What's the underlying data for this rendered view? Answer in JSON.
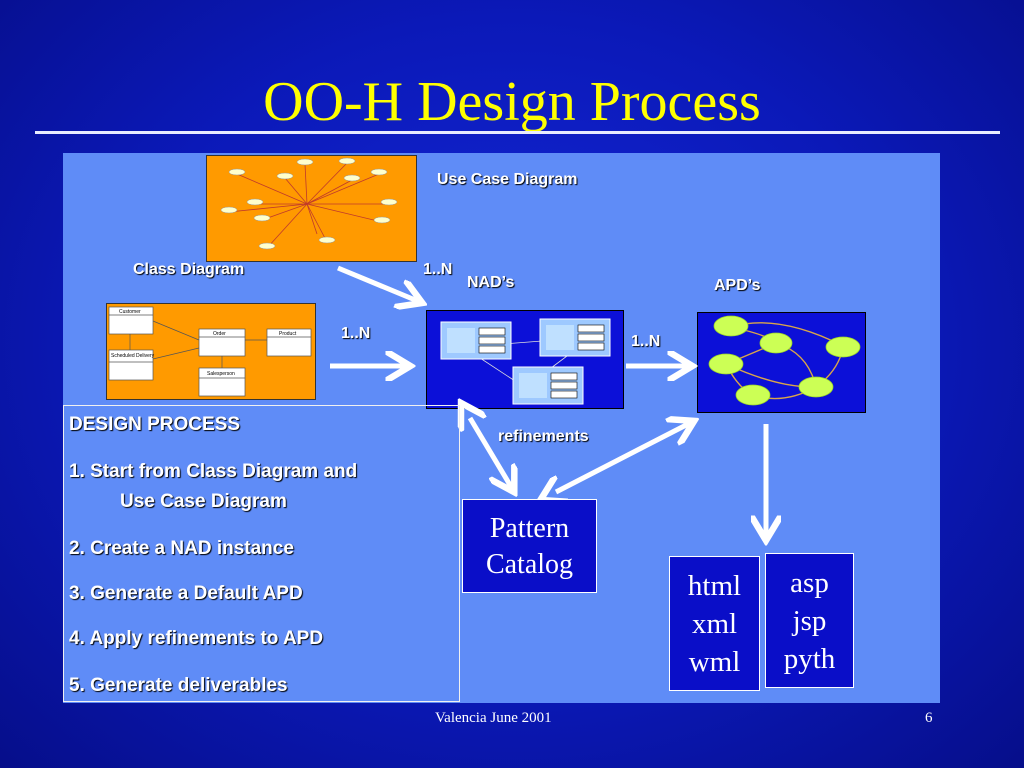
{
  "slide": {
    "title": "OO-H Design Process",
    "footer_text": "Valencia June 2001",
    "page_number": "6"
  },
  "diagram": {
    "use_case_label": "Use Case Diagram",
    "class_diagram_label": "Class Diagram",
    "nads_label": "NAD’s",
    "apds_label": "APD’s",
    "multiplicity_top": "1..N",
    "multiplicity_mid": "1..N",
    "multiplicity_right": "1..N",
    "refinements_label": "refinements",
    "class_names": [
      "Customer",
      "Order",
      "Product",
      "Scheduled Delivery",
      "Salesperson"
    ],
    "pattern_catalog": [
      "Pattern",
      "Catalog"
    ],
    "deliverables_left": [
      "html",
      "xml",
      "wml"
    ],
    "deliverables_right": [
      "asp",
      "jsp",
      "pyth"
    ]
  },
  "design_process": {
    "heading": "DESIGN PROCESS",
    "steps": [
      "1. Start from Class Diagram and",
      "Use Case Diagram",
      "2. Create a NAD instance",
      "3. Generate a Default APD",
      "4. Apply refinements to APD",
      "5. Generate deliverables"
    ]
  },
  "colors": {
    "title": "#ffff00",
    "panel": "#5f8cf7",
    "diagram_orange": "#ff9a00",
    "node_green": "#ccff55"
  }
}
